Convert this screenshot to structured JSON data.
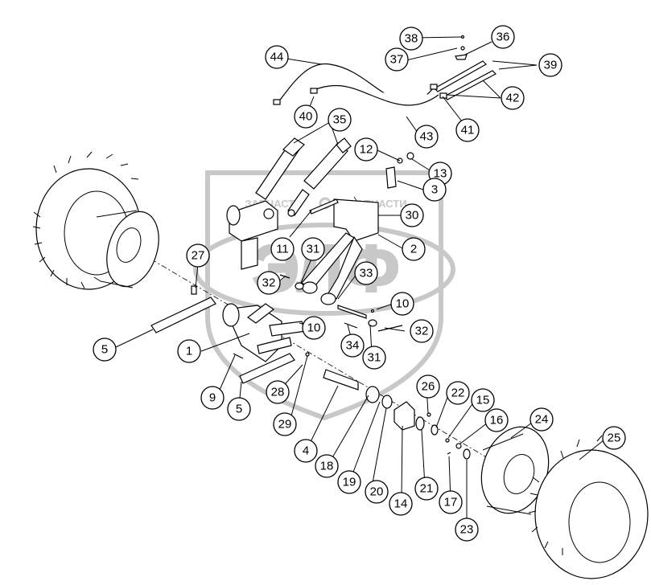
{
  "watermark": {
    "brand_letters": "ЭЛФ",
    "left_word": "ЗАПЧАСТИ",
    "right_word": "ЗАПЧАСТИ"
  },
  "callouts": [
    {
      "id": "c1",
      "label": "1"
    },
    {
      "id": "c2",
      "label": "2"
    },
    {
      "id": "c3",
      "label": "3"
    },
    {
      "id": "c4",
      "label": "4"
    },
    {
      "id": "c5a",
      "label": "5"
    },
    {
      "id": "c5b",
      "label": "5"
    },
    {
      "id": "c9",
      "label": "9"
    },
    {
      "id": "c10a",
      "label": "10"
    },
    {
      "id": "c10b",
      "label": "10"
    },
    {
      "id": "c11",
      "label": "11"
    },
    {
      "id": "c12",
      "label": "12"
    },
    {
      "id": "c13",
      "label": "13"
    },
    {
      "id": "c14",
      "label": "14"
    },
    {
      "id": "c15",
      "label": "15"
    },
    {
      "id": "c16",
      "label": "16"
    },
    {
      "id": "c17",
      "label": "17"
    },
    {
      "id": "c18",
      "label": "18"
    },
    {
      "id": "c19",
      "label": "19"
    },
    {
      "id": "c20",
      "label": "20"
    },
    {
      "id": "c21",
      "label": "21"
    },
    {
      "id": "c22",
      "label": "22"
    },
    {
      "id": "c23",
      "label": "23"
    },
    {
      "id": "c24",
      "label": "24"
    },
    {
      "id": "c25",
      "label": "25"
    },
    {
      "id": "c26",
      "label": "26"
    },
    {
      "id": "c27",
      "label": "27"
    },
    {
      "id": "c28",
      "label": "28"
    },
    {
      "id": "c29",
      "label": "29"
    },
    {
      "id": "c30",
      "label": "30"
    },
    {
      "id": "c31a",
      "label": "31"
    },
    {
      "id": "c31b",
      "label": "31"
    },
    {
      "id": "c32a",
      "label": "32"
    },
    {
      "id": "c32b",
      "label": "32"
    },
    {
      "id": "c33",
      "label": "33"
    },
    {
      "id": "c34",
      "label": "34"
    },
    {
      "id": "c35",
      "label": "35"
    },
    {
      "id": "c36",
      "label": "36"
    },
    {
      "id": "c37",
      "label": "37"
    },
    {
      "id": "c38",
      "label": "38"
    },
    {
      "id": "c39",
      "label": "39"
    },
    {
      "id": "c40",
      "label": "40"
    },
    {
      "id": "c41",
      "label": "41"
    },
    {
      "id": "c42",
      "label": "42"
    },
    {
      "id": "c43",
      "label": "43"
    },
    {
      "id": "c44",
      "label": "44"
    }
  ]
}
